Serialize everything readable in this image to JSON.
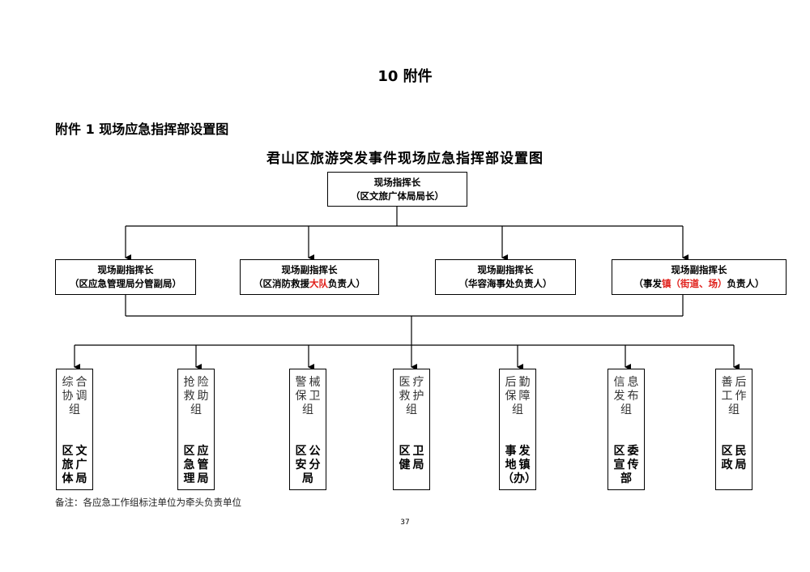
{
  "section_title": "10 附件",
  "appendix_title": "附件 1 现场应急指挥部设置图",
  "chart_title": "君山区旅游突发事件现场应急指挥部设置图",
  "commander": {
    "title": "现场指挥长",
    "unit": "（区文旅广体局局长）"
  },
  "deputies": [
    {
      "title": "现场副指挥长",
      "unit": "（区应急管理局分管副局）"
    },
    {
      "title": "现场副指挥长",
      "unit_pre": "（区消防救援",
      "unit_red": "大队",
      "unit_post": "负责人）"
    },
    {
      "title": "现场副指挥长",
      "unit": "（华容海事处负责人）"
    },
    {
      "title": "现场副指挥长",
      "unit_pre": "（事发",
      "unit_red": "镇（街道、场）",
      "unit_post": "负责人）"
    }
  ],
  "groups": [
    {
      "name": [
        "综",
        "合",
        "协",
        "调",
        "组"
      ],
      "unit": [
        "区",
        "文",
        "旅",
        "广",
        "体",
        "局"
      ]
    },
    {
      "name": [
        "抢",
        "险",
        "救",
        "助",
        "组"
      ],
      "unit": [
        "区",
        "应",
        "急",
        "管",
        "理",
        "局"
      ]
    },
    {
      "name": [
        "警",
        "械",
        "保",
        "卫",
        "组"
      ],
      "unit": [
        "区",
        "公",
        "安",
        "分",
        "局"
      ]
    },
    {
      "name": [
        "医",
        "疗",
        "救",
        "护",
        "组"
      ],
      "unit": [
        "区",
        "卫",
        "健",
        "局"
      ]
    },
    {
      "name": [
        "后",
        "勤",
        "保",
        "障",
        "组"
      ],
      "unit": [
        "事",
        "发",
        "地",
        "镇",
        "（办）"
      ]
    },
    {
      "name": [
        "信",
        "息",
        "发",
        "布",
        "组"
      ],
      "unit": [
        "区",
        "委",
        "宣",
        "传",
        "部"
      ]
    },
    {
      "name": [
        "善",
        "后",
        "工",
        "作",
        "组"
      ],
      "unit": [
        "区",
        "民",
        "政",
        "局"
      ]
    }
  ],
  "note": "备注：各应急工作组标注单位为牵头负责单位",
  "page_number": "37",
  "colors": {
    "highlight": "#e0201b",
    "line": "#000000"
  }
}
